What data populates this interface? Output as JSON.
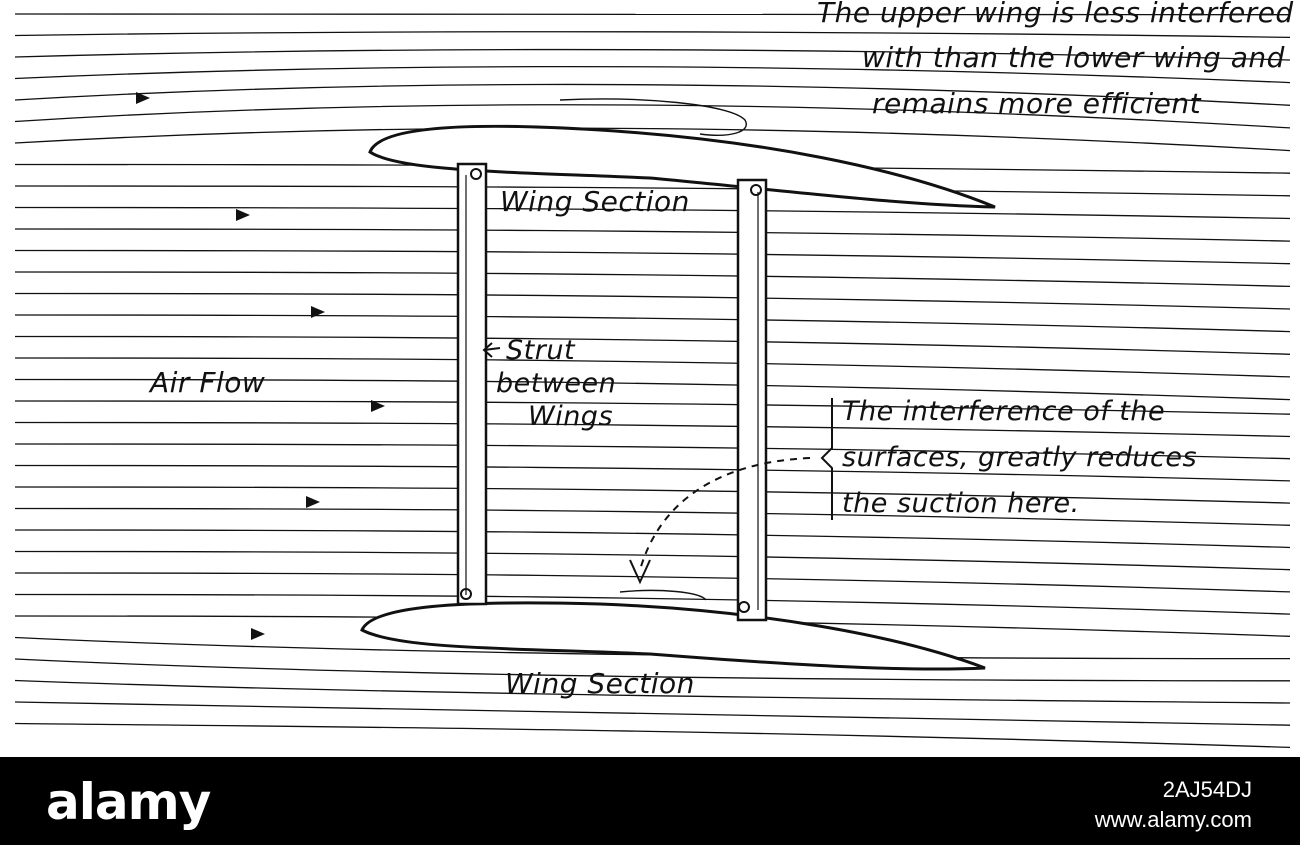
{
  "diagram": {
    "labels": {
      "upper_note_line1": "The upper wing is less interfered",
      "upper_note_line2": "with than the lower wing and",
      "upper_note_line3": "remains more efficient",
      "upper_wing": "Wing Section",
      "lower_wing": "Wing Section",
      "strut_line1": "Strut",
      "strut_line2": "between",
      "strut_line3": "Wings",
      "air_flow": "Air Flow",
      "interference_line1": "The interference of the",
      "interference_line2": "surfaces, greatly reduces",
      "interference_line3": "the suction here."
    },
    "colors": {
      "ink": "#111111",
      "paper": "#ffffff"
    }
  },
  "footer": {
    "logo": "alamy",
    "image_id": "2AJ54DJ",
    "site": "www.alamy.com",
    "background": "#000000"
  }
}
